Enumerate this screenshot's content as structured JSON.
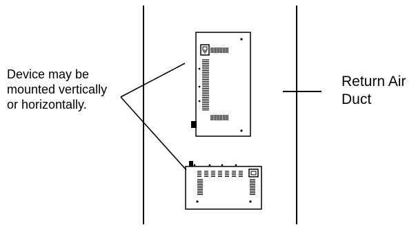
{
  "note": {
    "lines": [
      "Device may be",
      "mounted vertically",
      "or horizontally."
    ]
  },
  "duct": {
    "lines": [
      "Return Air",
      "Duct"
    ]
  },
  "colors": {
    "ink": "#000000",
    "background": "#ffffff"
  },
  "icons": [
    "power-inlet-icon-vertical",
    "power-inlet-icon-horizontal"
  ]
}
